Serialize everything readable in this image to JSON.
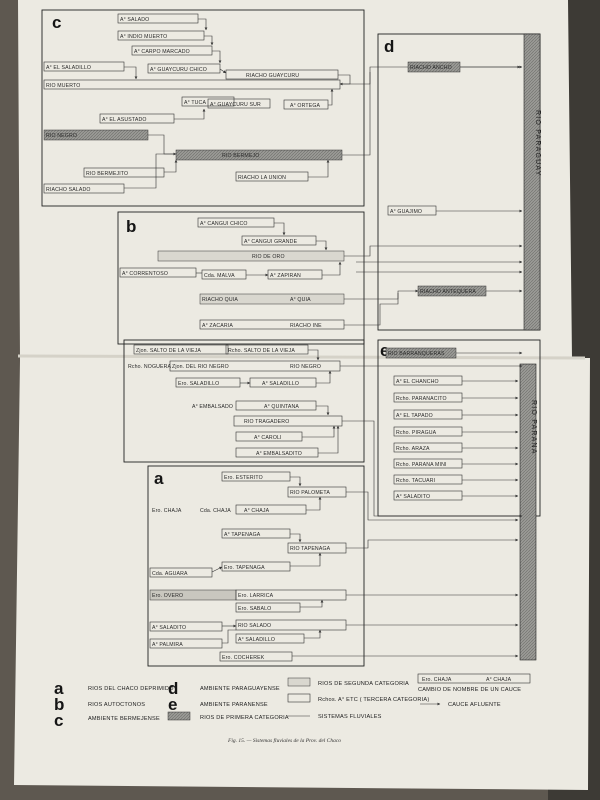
{
  "panels": {
    "a": "a",
    "b": "b",
    "c": "c",
    "d": "d",
    "e": "e"
  },
  "rivers": {
    "paraguay": "RIO PARAGUAY",
    "parana": "RIO PARANA"
  },
  "panel_c": {
    "salado": "A° SALADO",
    "indio_muerto": "A° INDIO MUERTO",
    "carpo_marcado": "A° CARPO MARCADO",
    "el_saladillo": "A° EL SALADILLO",
    "guaycuru_chico": "A° GUAYCURU CHICO",
    "riacho_guaycuru": "RIACHO GUAYCURU",
    "rio_muerto": "RIO MUERTO",
    "tuca": "A° TUCA",
    "guaycuru_sur": "A° GUAYCURU SUR",
    "ortega": "A° ORTEGA",
    "el_asustado": "A° EL ASUSTADO",
    "rio_negro": "RIO NEGRO",
    "rio_bermejo": "RIO BERMEJO",
    "bermejito": "RIO BERMEJITO",
    "la_union": "RIACHO LA UNION",
    "riacho_salado": "RIACHO SALADO"
  },
  "panel_d": {
    "riacho_ancho": "RIACHO ANCHO",
    "guaimo": "A° GUAJIMO"
  },
  "panel_b": {
    "cangui_chico": "A° CANGUI CHICO",
    "cangui_grande": "A° CANGUI GRANDE",
    "rio_de_oro": "RIO DE ORO",
    "correntoso": "A° CORRENTOSO",
    "cda_malva": "Cda. MALVA",
    "zapiran": "A° ZAPIRAN",
    "riacho_quia": "RIACHO QUIA",
    "quia": "A° QUIA",
    "antequera": "RIACHO ANTEQUERA",
    "zacaria": "A° ZACARIA",
    "riacho_ine": "RIACHO INE"
  },
  "panel_e": {
    "barranqueras": "RIO BARRANQUERAS",
    "chancho": "A° EL CHANCHO",
    "paranacito": "Rcho. PARANACITO",
    "tapado": "A° EL TAPADO",
    "piragua": "Rcho. PIRAGUA",
    "araza": "Rcho. ARAZA",
    "parana_mini": "Rcho. PARANA MINI",
    "tacuari": "Rcho. TACUARI",
    "saladito": "A° SALADITO"
  },
  "panel_mid": {
    "zjon_salto": "Zjon. SALTO DE LA VIEJA",
    "rcho_salto": "Rcho. SALTO DE LA VIEJA",
    "rcho_noguera": "Rcho. NOGUERA",
    "zjon_rio_negro": "Zjon. DEL RIO NEGRO",
    "rio_negro": "RIO NEGRO",
    "ero_saladillo": "Ero. SALADILLO",
    "saladillo": "A° SALADILLO",
    "embalsado_l": "A° EMBALSADO",
    "quintana": "A° QUINTANA",
    "tragadero": "RIO TRAGADERO",
    "caroli": "A° CAROLI",
    "embalsadito": "A° EMBALSADITO"
  },
  "panel_a": {
    "esterito": "Ero. ESTERITO",
    "palometa": "RIO PALOMETA",
    "ero_chaja": "Ero. CHAJA",
    "cda_chaja": "Cda. CHAJA",
    "chaja": "A° CHAJA",
    "tapenaga": "A° TAPENAGA",
    "rio_tapenaga": "RIO TAPENAGA",
    "cda_aguara": "Cda. AGUARA",
    "ero_tapenaga": "Ero. TAPENAGA",
    "overo": "Ero. OVERO",
    "larrica": "Ero. LARRICA",
    "sabalo": "Ero. SABALO",
    "saladito": "A° SALADITO",
    "rio_salado": "RIO SALADO",
    "palmira": "A° PALMIRA",
    "saladillo": "A° SALADILLO",
    "cocherek": "Ero. COCHEREK"
  },
  "legend": {
    "a_text": "RIOS DEL CHACO DEPRIMIDO",
    "b_text": "RIOS AUTOCTONOS",
    "c_text": "AMBIENTE BERMEJENSE",
    "d_text": "AMBIENTE PARAGUAYENSE",
    "e_text": "AMBIENTE PARANENSE",
    "primera": "RIOS DE PRIMERA CATEGORIA",
    "segunda": "RIOS DE SEGUNDA CATEGORIA",
    "tercera": "Rchos. A° ETC ( TERCERA CATEGORIA)",
    "sistemas": "SISTEMAS FLUVIALES",
    "ex_ero_chaja": "Ero. CHAJA",
    "ex_chaja": "A° CHAJA",
    "cambio": "CAMBIO DE NOMBRE DE UN CAUCE",
    "afluente": "CAUCE AFLUENTE"
  },
  "caption": "Fig. 15. — Sistemas fluviales de la Prov. del Chaco"
}
